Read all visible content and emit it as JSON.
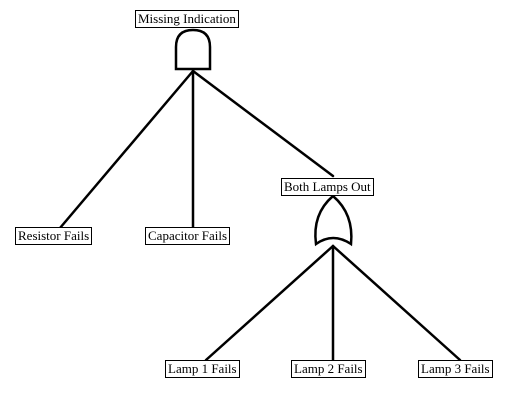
{
  "diagram": {
    "top_event": {
      "label": "Missing Indication",
      "gate": "AND"
    },
    "intermediate_event": {
      "label": "Both Lamps Out",
      "gate": "OR"
    },
    "basic_events": {
      "resistor": "Resistor Fails",
      "capacitor": "Capacitor Fails",
      "lamp1": "Lamp 1 Fails",
      "lamp2": "Lamp 2 Fails",
      "lamp3": "Lamp 3 Fails"
    }
  }
}
